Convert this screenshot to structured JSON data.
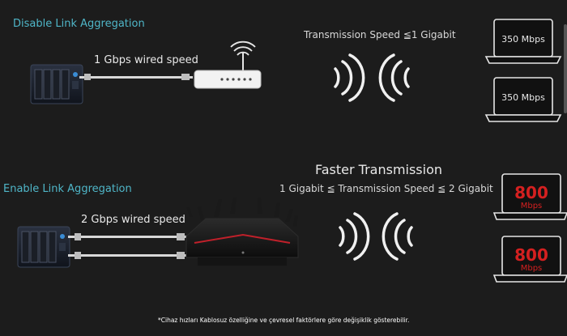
{
  "disable": {
    "title": "Disable Link Aggregation",
    "wired_speed": "1 Gbps wired speed",
    "transmission": "Transmission Speed ≦1 Gigabit",
    "laptops": [
      "350 Mbps",
      "350 Mbps"
    ]
  },
  "enable": {
    "title": "Enable Link Aggregation",
    "wired_speed": "2 Gbps wired speed",
    "headline": "Faster Transmission",
    "transmission": "1 Gigabit ≦ Transmission Speed ≦ 2 Gigabit",
    "laptops": [
      {
        "value": "800",
        "unit": "Mbps"
      },
      {
        "value": "800",
        "unit": "Mbps"
      }
    ]
  },
  "footnote": "*Cihaz hızları Kablosuz özelliğine ve çevresel faktörlere göre değişiklik gösterebilir.",
  "colors": {
    "background": "#1c1c1c",
    "section_title": "#4fb6c8",
    "highlight": "#d42020"
  }
}
